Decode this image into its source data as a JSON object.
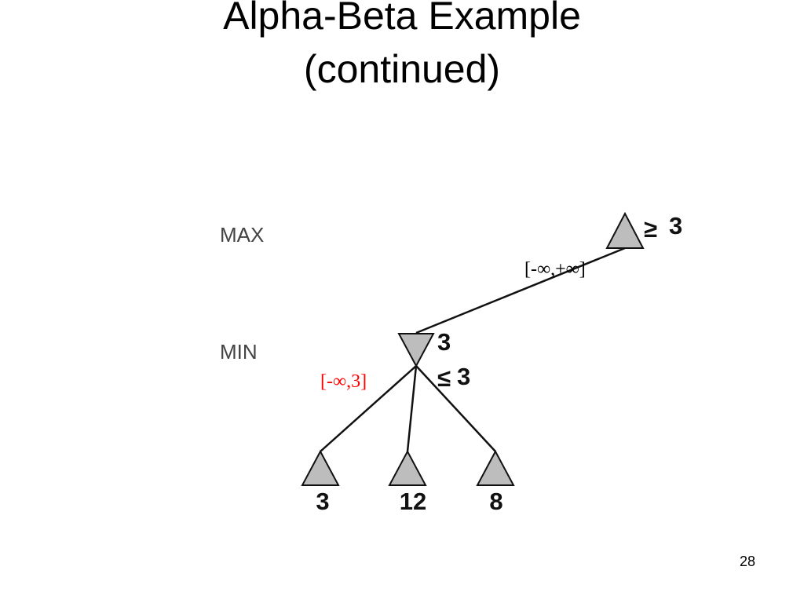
{
  "slide": {
    "title_line1": "Alpha-Beta Example",
    "title_line2": "(continued)",
    "page_number": "28"
  },
  "levels": {
    "max_label": "MAX",
    "min_label": "MIN"
  },
  "tree": {
    "root": {
      "bound_symbol": "≥",
      "bound_value": "3",
      "interval": "[-∞,+∞]",
      "interval_color": "#000000"
    },
    "min_node": {
      "value": "3",
      "bound_symbol": "≤",
      "bound_value": "3",
      "interval": "[-∞,3]",
      "interval_color": "#ff0000"
    },
    "leaves": [
      {
        "value": "3"
      },
      {
        "value": "12"
      },
      {
        "value": "8"
      }
    ]
  },
  "colors": {
    "node_fill": "#bdbdbd",
    "edge": "#111111"
  }
}
